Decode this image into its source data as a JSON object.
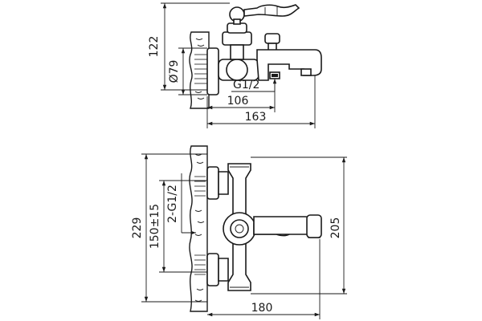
{
  "diagram": {
    "side_view": {
      "dim_height": "122",
      "dim_diameter": "Ø79",
      "dim_thread": "G1/2",
      "dim_spout_offset": "106",
      "dim_total_depth": "163"
    },
    "front_view": {
      "dim_total_height": "229",
      "dim_centers": "150±15",
      "dim_connections": "2-G1/2",
      "dim_handle_height": "205",
      "dim_width": "180"
    }
  }
}
